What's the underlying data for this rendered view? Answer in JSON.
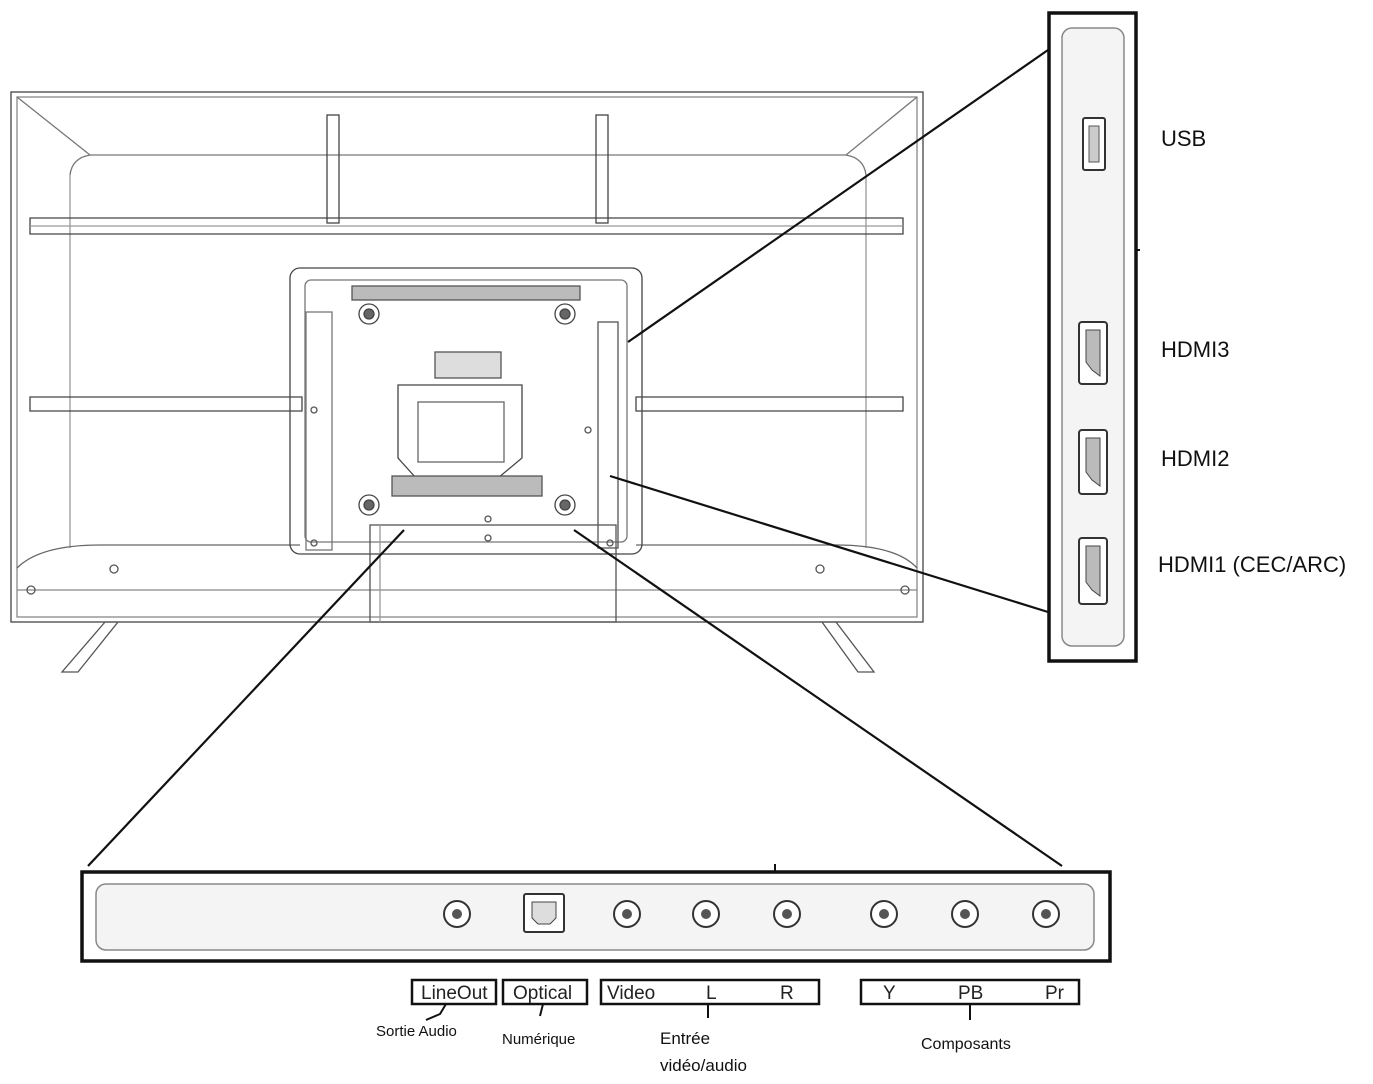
{
  "side_panel": {
    "ports": [
      {
        "key": "usb",
        "label": "USB",
        "kind": "usb-port"
      },
      {
        "key": "hdmi3",
        "label": "HDMI3",
        "kind": "hdmi-port"
      },
      {
        "key": "hdmi2",
        "label": "HDMI2",
        "kind": "hdmi-port"
      },
      {
        "key": "hdmi1",
        "label": "HDMI1 (CEC/ARC)",
        "kind": "hdmi-port"
      }
    ]
  },
  "bottom_panel": {
    "groups": [
      {
        "key": "lineout",
        "labels": [
          "LineOut"
        ],
        "caption": [
          "Sortie Audio"
        ]
      },
      {
        "key": "optical",
        "labels": [
          "Optical"
        ],
        "caption": [
          "Numérique"
        ]
      },
      {
        "key": "av",
        "labels": [
          "Video",
          "L",
          "R"
        ],
        "caption": [
          "Entrée",
          "vidéo/audio"
        ]
      },
      {
        "key": "comp",
        "labels": [
          "Y",
          "PB",
          "Pr"
        ],
        "caption": [
          "Composants"
        ]
      }
    ]
  },
  "colors": {
    "line": "#111111",
    "tv_line": "#444444",
    "light_line": "#9a9a9a",
    "panel_fill": "#f4f4f4"
  }
}
